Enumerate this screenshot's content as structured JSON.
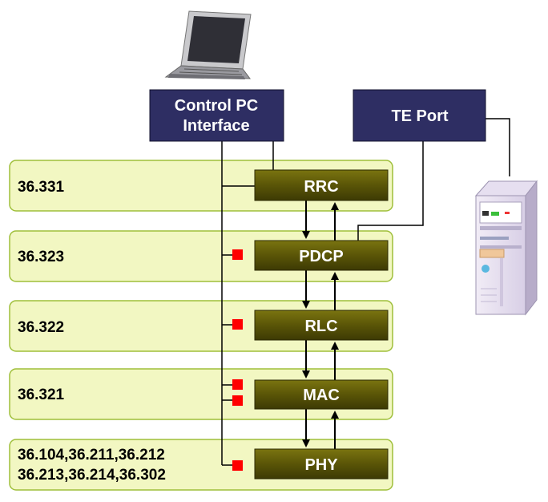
{
  "header_boxes": {
    "control_pc": {
      "line1": "Control PC",
      "line2": "Interface"
    },
    "te_port": {
      "label": "TE Port"
    }
  },
  "layers": [
    {
      "spec": "36.331",
      "block": "RRC",
      "markers": 0
    },
    {
      "spec": "36.323",
      "block": "PDCP",
      "markers": 1
    },
    {
      "spec": "36.322",
      "block": "RLC",
      "markers": 1
    },
    {
      "spec": "36.321",
      "block": "MAC",
      "markers": 2
    },
    {
      "spec_line1": "36.104,36.211,36.212",
      "spec_line2": "36.213,36.214,36.302",
      "block": "PHY",
      "markers": 1
    }
  ],
  "colors": {
    "header_fill": "#2e2e63",
    "header_text": "#ffffff",
    "band_fill": "#f2f7c2",
    "band_stroke": "#9fbf3a",
    "block_fill": "#595407",
    "block_text": "#ffffff",
    "marker": "#ff0000",
    "line": "#000000"
  },
  "icons": {
    "laptop": "laptop-icon",
    "server": "server-tower-icon"
  }
}
